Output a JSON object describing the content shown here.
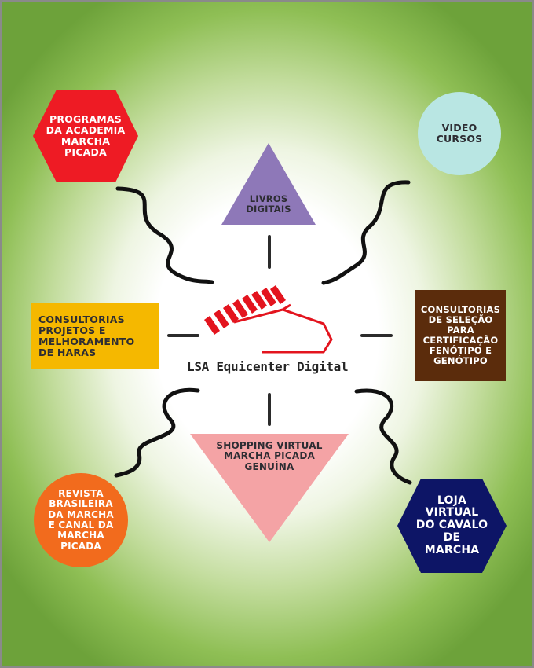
{
  "brand": {
    "name": "LSA Equicenter Digital",
    "logo_color": "#e3141e"
  },
  "nodes": {
    "top": {
      "label": "LIVROS\nDIGITAIS",
      "color": "#8e78b8",
      "shape": "triangle"
    },
    "bottom": {
      "label": "SHOPPING VIRTUAL\nMARCHA PICADA\nGENUÍNA",
      "color": "#f4a3a5",
      "shape": "triangle-inverted"
    },
    "left": {
      "label": "CONSULTORIAS\nPROJETOS E\nMELHORAMENTO\nDE HARAS",
      "color": "#f5b800",
      "shape": "rectangle"
    },
    "right": {
      "label": "CONSULTORIAS\nDE SELEÇÃO\nPARA\nCERTIFICAÇÃO\nFENÓTIPO E\nGENÓTIPO",
      "color": "#5b2c0c",
      "shape": "rectangle"
    },
    "top_left": {
      "label": "PROGRAMAS\nDA ACADEMIA\nMARCHA\nPICADA",
      "color": "#ee1b24",
      "shape": "hexagon"
    },
    "top_right": {
      "label": "VIDEO\nCURSOS",
      "color": "#b9e6e3",
      "shape": "circle"
    },
    "bottom_left": {
      "label": "REVISTA\nBRASILEIRA\nDA MARCHA\nE CANAL DA\nMARCHA\nPICADA",
      "color": "#f26b1d",
      "shape": "circle"
    },
    "bottom_right": {
      "label": "LOJA\nVIRTUAL\nDO CAVALO\nDE\nMARCHA",
      "color": "#0d1566",
      "shape": "hexagon"
    }
  }
}
